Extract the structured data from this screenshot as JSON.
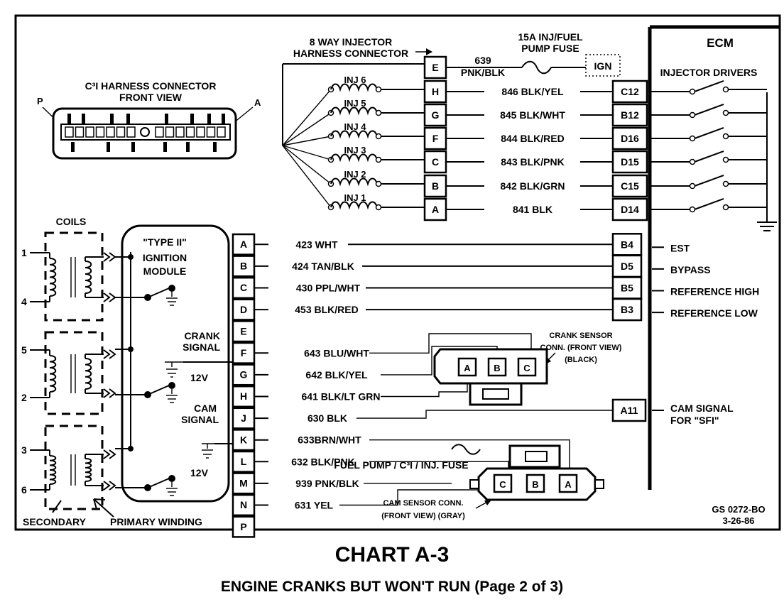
{
  "caption": {
    "title": "CHART A-3",
    "subtitle": "ENGINE CRANKS BUT WON'T RUN  (Page 2 of 3)"
  },
  "doc_code": {
    "line1": "GS 0272-BO",
    "line2": "3-26-86"
  },
  "ecm": {
    "title": "ECM",
    "injector_drivers": "INJECTOR DRIVERS"
  },
  "injector_connector": {
    "label1": "8 WAY INJECTOR",
    "label2": "HARNESS CONNECTOR",
    "fuse_label1": "15A INJ/FUEL",
    "fuse_label2": "PUMP FUSE",
    "ign": "IGN",
    "pins": [
      "E",
      "H",
      "G",
      "F",
      "C",
      "B",
      "A"
    ],
    "feed_wire_number": "639",
    "feed_wire_color": "PNK/BLK",
    "injectors": [
      "INJ 6",
      "INJ 5",
      "INJ 4",
      "INJ 3",
      "INJ 2",
      "INJ 1"
    ],
    "wires": [
      "846 BLK/YEL",
      "845 BLK/WHT",
      "844 BLK/RED",
      "843 BLK/PNK",
      "842 BLK/GRN",
      "841 BLK"
    ],
    "ecm_pins": [
      "C12",
      "B12",
      "D16",
      "D15",
      "C15",
      "D14"
    ]
  },
  "c3i": {
    "title1": "C³I HARNESS CONNECTOR",
    "title2": "FRONT VIEW",
    "pin_p": "P",
    "pin_a": "A"
  },
  "coils": {
    "title": "COILS",
    "numbers": [
      "1",
      "4",
      "5",
      "2",
      "3",
      "6"
    ],
    "secondary": "SECONDARY",
    "primary": "PRIMARY WINDING"
  },
  "module": {
    "title1": "\"TYPE II\"",
    "title2": "IGNITION",
    "title3": "MODULE",
    "crank1": "CRANK",
    "crank2": "SIGNAL",
    "cam1": "CAM",
    "cam2": "SIGNAL",
    "v12": "12V",
    "pins": [
      "A",
      "B",
      "C",
      "D",
      "E",
      "F",
      "G",
      "H",
      "J",
      "K",
      "L",
      "M",
      "N",
      "P"
    ]
  },
  "module_wires": [
    "423 WHT",
    "424 TAN/BLK",
    "430 PPL/WHT",
    "453 BLK/RED",
    "643 BLU/WHT",
    "642 BLK/YEL",
    "641 BLK/LT GRN",
    "630 BLK",
    "633BRN/WHT",
    "632 BLK/PNK",
    "939 PNK/BLK",
    "631 YEL"
  ],
  "ecm_lower": {
    "pins": [
      "B4",
      "D5",
      "B5",
      "B3",
      "A11"
    ],
    "labels": [
      "EST",
      "BYPASS",
      "REFERENCE HIGH",
      "REFERENCE LOW"
    ],
    "cam_label1": "CAM SIGNAL",
    "cam_label2": "FOR \"SFI\""
  },
  "crank_sensor": {
    "label1": "CRANK SENSOR",
    "label2": "CONN. (FRONT VIEW)",
    "label3": "(BLACK)",
    "pins": [
      "A",
      "B",
      "C"
    ]
  },
  "cam_sensor": {
    "label1": "CAM SENSOR CONN.",
    "label2": "(FRONT VIEW) (GRAY)",
    "pins": [
      "C",
      "B",
      "A"
    ]
  },
  "fuel_pump_fuse": "FUEL PUMP / C³I / INJ. FUSE"
}
